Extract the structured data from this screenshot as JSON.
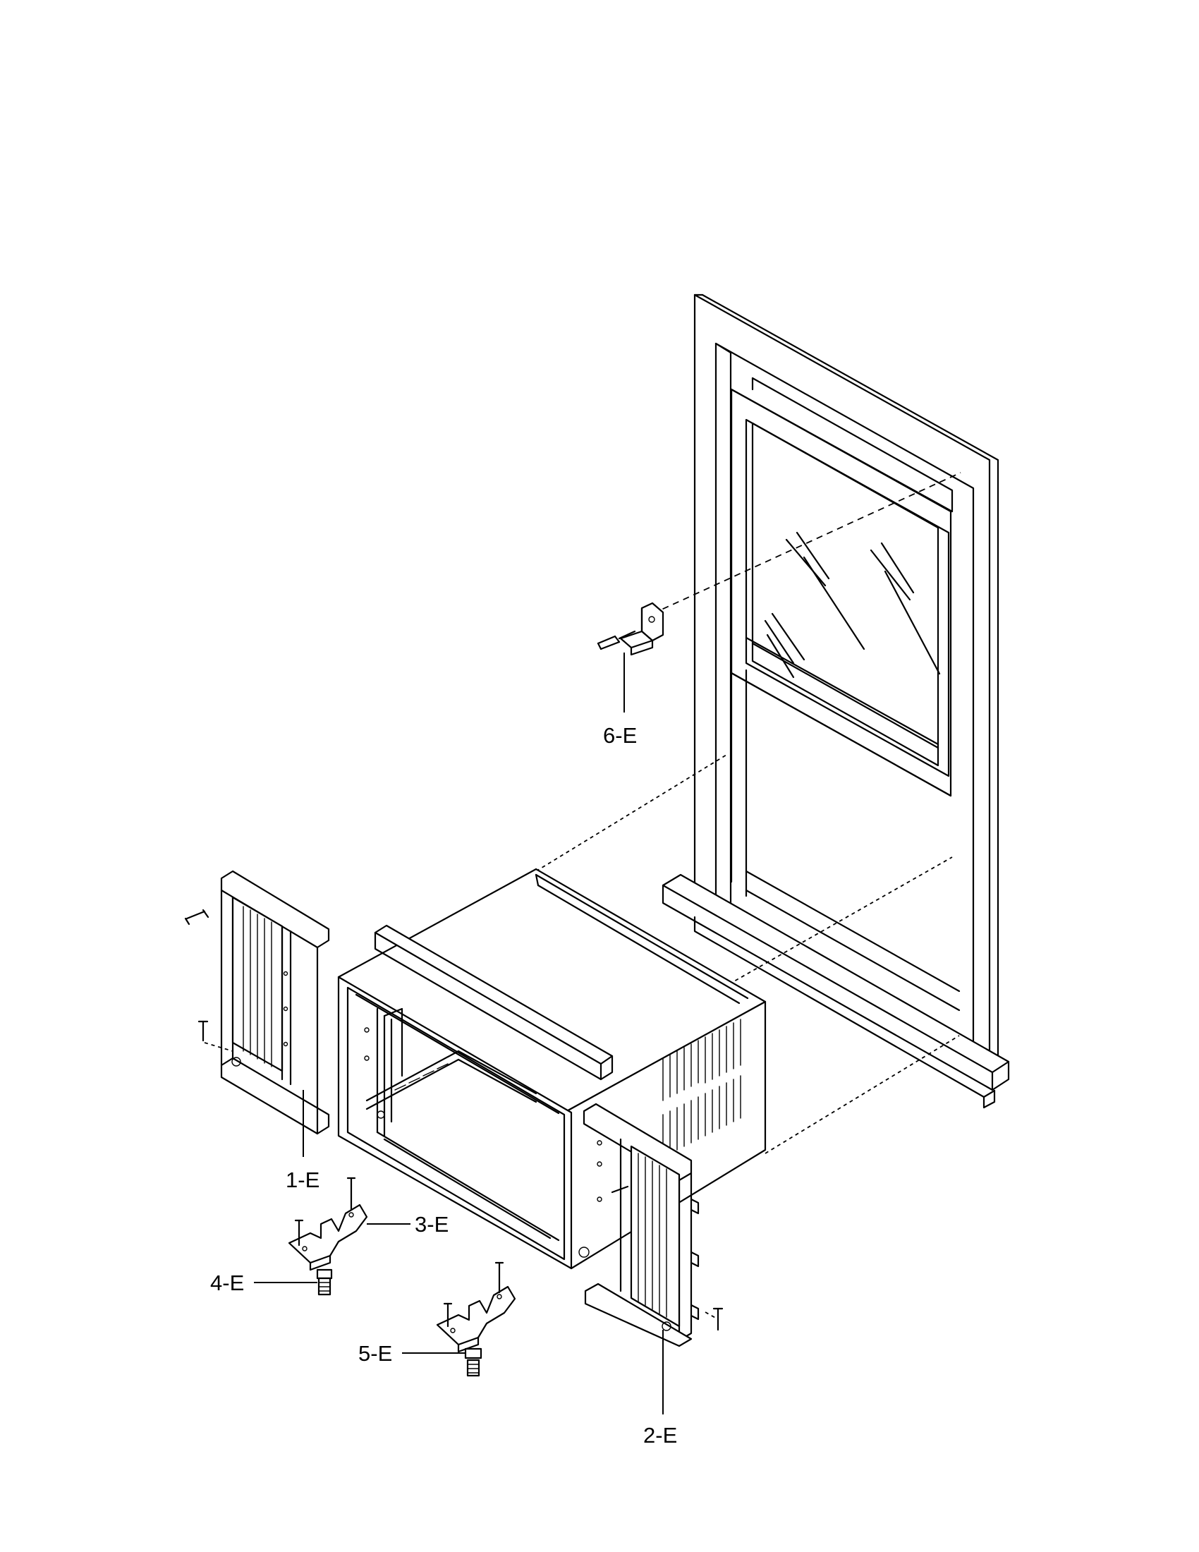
{
  "labels": {
    "p1": "1-E",
    "p2": "2-E",
    "p3": "3-E",
    "p4": "4-E",
    "p5": "5-E",
    "p6": "6-E"
  },
  "colors": {
    "ink": "#000000",
    "paper": "#ffffff"
  }
}
